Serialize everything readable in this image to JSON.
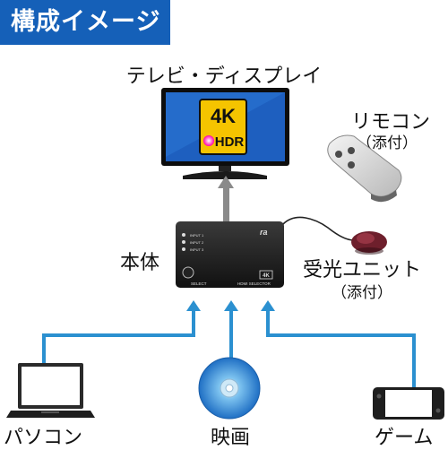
{
  "header": {
    "title": "構成イメージ"
  },
  "display": {
    "label": "テレビ・ディスプレイ",
    "badge_4k": "4K",
    "badge_hdr": "HDR"
  },
  "remote": {
    "label": "リモコン",
    "note": "（添付）"
  },
  "selector": {
    "label": "本体",
    "inputs": [
      "INPUT 1",
      "INPUT 2",
      "INPUT 3"
    ],
    "select_text": "SELECT",
    "model_text": "HDMI SELECTOR",
    "badge": "4K",
    "logo": "ra"
  },
  "receiver": {
    "label": "受光ユニット",
    "note": "（添付）"
  },
  "sources": [
    {
      "label": "パソコン",
      "icon": "laptop-icon"
    },
    {
      "label": "映画",
      "icon": "disc-icon"
    },
    {
      "label": "ゲーム",
      "icon": "game-console-icon"
    }
  ],
  "colors": {
    "header_bg": "#1560b8",
    "cable": "#2b90d0",
    "output_arrow": "#8a8a8a",
    "tv_screen": "#1e5fbf"
  }
}
